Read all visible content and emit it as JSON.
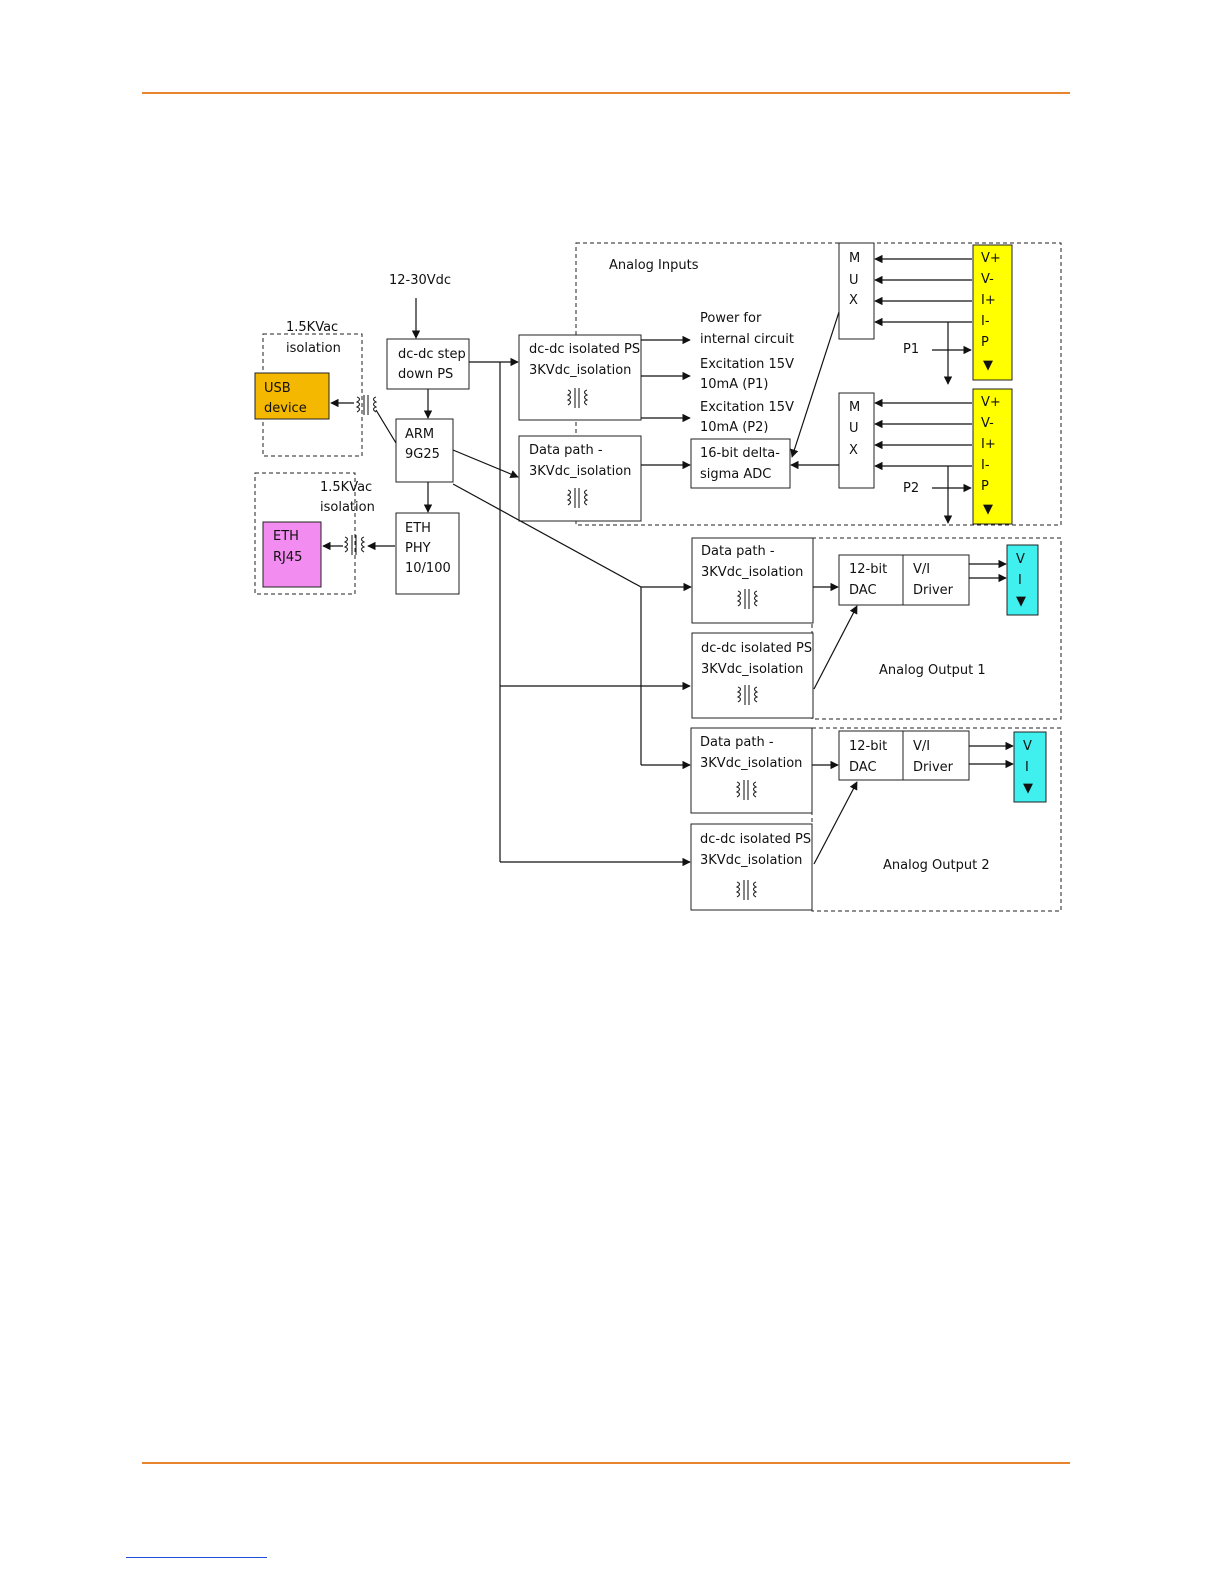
{
  "labels": {
    "supply": "12-30Vdc",
    "analog_inputs": "Analog Inputs",
    "iso_usb_1": "1.5KVac",
    "iso_usb_2": "isolation",
    "iso_eth_1": "1.5KVac",
    "iso_eth_2": "isolation",
    "power_internal_1": "Power for",
    "power_internal_2": "internal circuit",
    "exc1_1": "Excitation 15V",
    "exc1_2": "10mA (P1)",
    "exc2_1": "Excitation 15V",
    "exc2_2": "10mA (P2)",
    "p1": "P1",
    "p2": "P2",
    "analog_output_1": "Analog Output 1",
    "analog_output_2": "Analog Output 2"
  },
  "blocks": {
    "usb_1": "USB",
    "usb_2": "device",
    "eth_1": "ETH",
    "eth_2": "RJ45",
    "stepdown_1": "dc-dc step",
    "stepdown_2": "down PS",
    "arm_1": "ARM",
    "arm_2": "9G25",
    "phy_1": "ETH",
    "phy_2": "PHY",
    "phy_3": "10/100",
    "iso_ps_1": "dc-dc isolated PS",
    "iso_ps_2": "3KVdc_isolation",
    "dp_in_1": "Data path -",
    "dp_in_2": "3KVdc_isolation",
    "adc_1": "16-bit delta-",
    "adc_2": "sigma ADC",
    "dp_o1_1": "Data path -",
    "dp_o1_2": "3KVdc_isolation",
    "ps_o1_1": "dc-dc isolated PS",
    "ps_o1_2": "3KVdc_isolation",
    "dp_o2_1": "Data path -",
    "dp_o2_2": "3KVdc_isolation",
    "ps_o2_1": "dc-dc isolated PS",
    "ps_o2_2": "3KVdc_isolation",
    "dac1_1": "12-bit",
    "dac1_2": "DAC",
    "drv1_1": "V/I",
    "drv1_2": "Driver",
    "dac2_1": "12-bit",
    "dac2_2": "DAC",
    "drv2_1": "V/I",
    "drv2_2": "Driver"
  },
  "mux1": [
    "M",
    "U",
    "X"
  ],
  "mux2": [
    "M",
    "U",
    "X"
  ],
  "in_terminals_1": [
    "V+",
    "V-",
    "I+",
    "I-",
    "P",
    "▼"
  ],
  "in_terminals_2": [
    "V+",
    "V-",
    "I+",
    "I-",
    "P",
    "▼"
  ],
  "out_terminals_1": [
    "V",
    "I",
    "▼"
  ],
  "out_terminals_2": [
    "V",
    "I",
    "▼"
  ],
  "colors": {
    "accent_rule": "#e8832e",
    "usb": "#f5b800",
    "eth": "#f28cf0",
    "input_terminals": "#ffff00",
    "output_terminals": "#3ff0ee"
  }
}
